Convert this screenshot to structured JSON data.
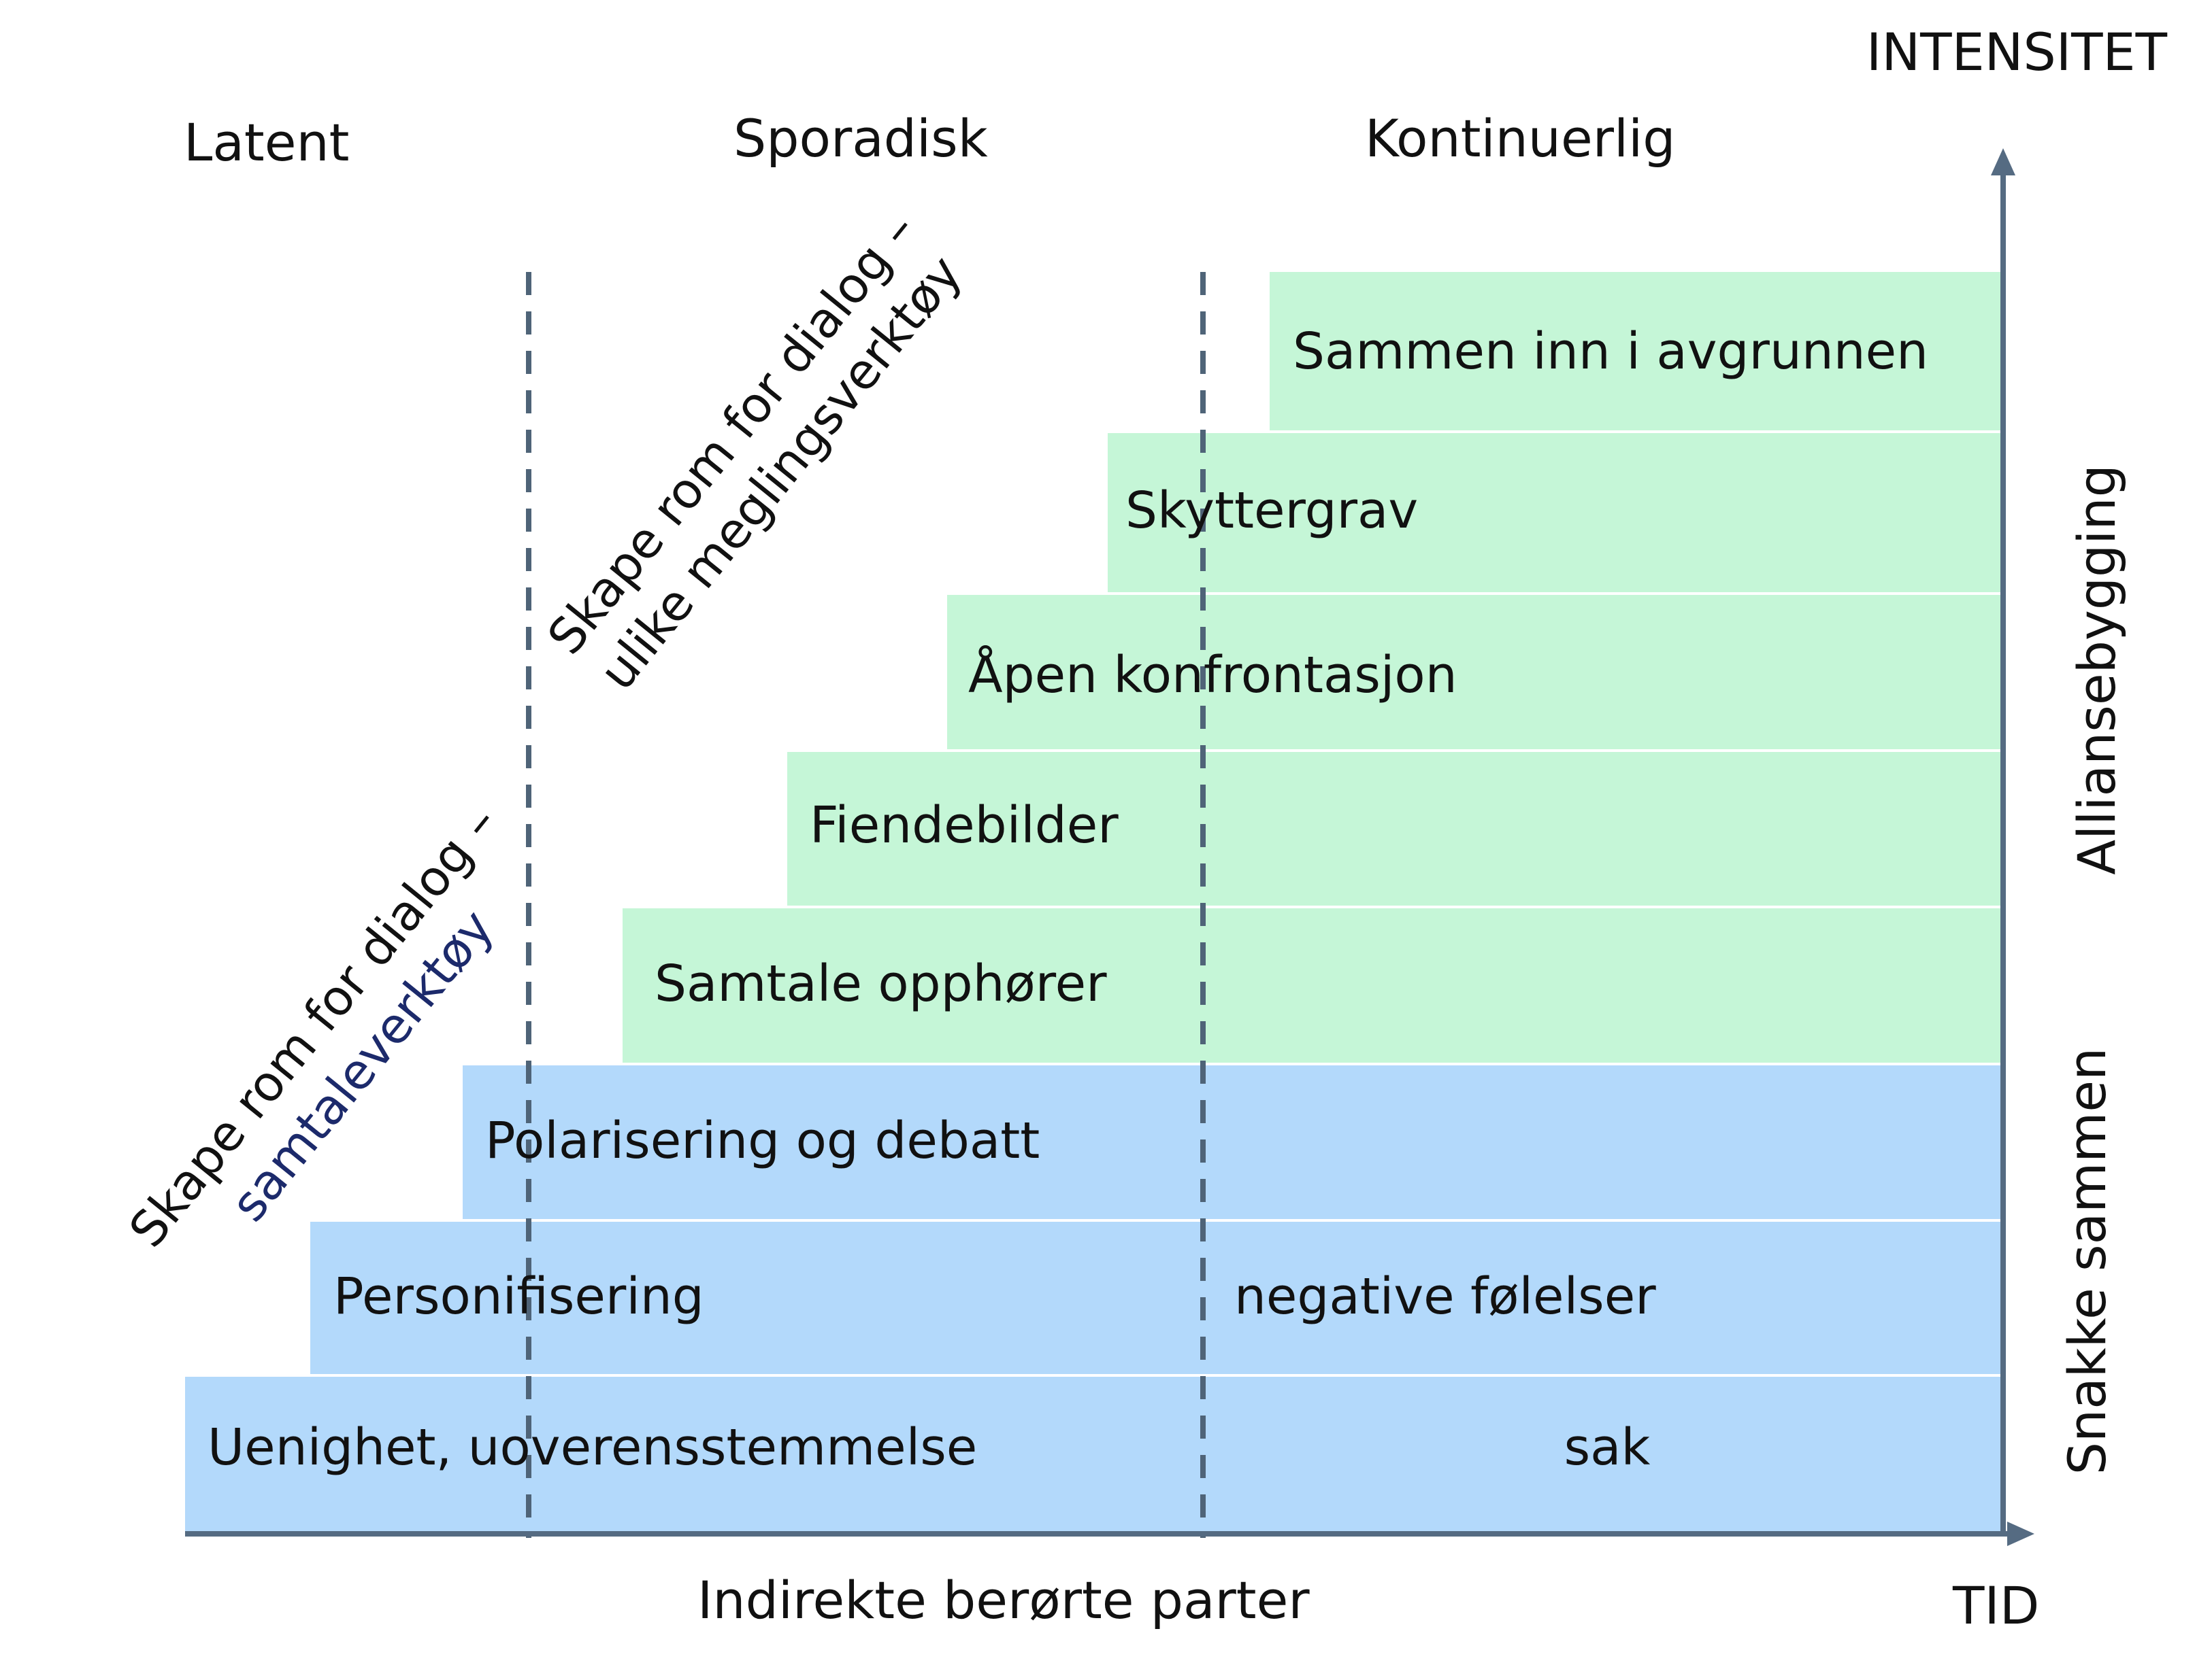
{
  "phases": {
    "latent": "Latent",
    "sporadisk": "Sporadisk",
    "kontinuerlig": "Kontinuerlig"
  },
  "axes": {
    "y_label": "INTENSITET",
    "x_label": "TID",
    "bottom_label": "Indirekte berørte parter"
  },
  "side_labels": {
    "upper": "Alliansebygging",
    "lower": "Snakke sammen"
  },
  "steps": [
    {
      "label": "Uenighet, uoverensstemmelse",
      "right_label": "sak",
      "group": "lower"
    },
    {
      "label": "Personifisering",
      "right_label": "negative følelser",
      "group": "lower"
    },
    {
      "label": "Polarisering og debatt",
      "right_label": "",
      "group": "lower"
    },
    {
      "label": "Samtale opphører",
      "right_label": "",
      "group": "upper"
    },
    {
      "label": "Fiendebilder",
      "right_label": "",
      "group": "upper"
    },
    {
      "label": "Åpen konfrontasjon",
      "right_label": "",
      "group": "upper"
    },
    {
      "label": "Skyttergrav",
      "right_label": "",
      "group": "upper"
    },
    {
      "label": "Sammen inn i avgrunnen",
      "right_label": "",
      "group": "upper"
    }
  ],
  "diagonal_notes": {
    "left": {
      "line1": "Skape rom for dialog –",
      "line2": "samtaleverktøy"
    },
    "middle": {
      "line1": "Skape rom for dialog –",
      "line2": "ulike meglingsverktøy"
    }
  },
  "colors": {
    "lower_fill": "#b3d9fb",
    "upper_fill": "#c5f6d7",
    "axis": "#556b82",
    "dashed": "#4f6478",
    "highlight_text": "#1c2a6b"
  }
}
